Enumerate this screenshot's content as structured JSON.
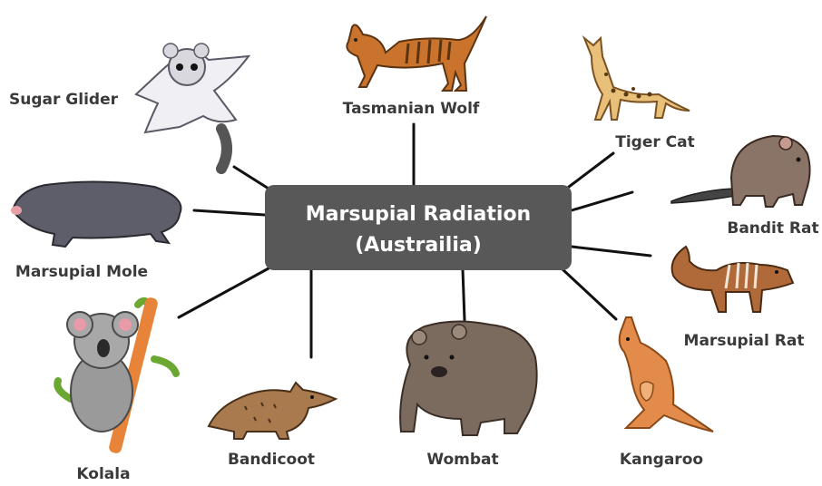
{
  "center": {
    "line1": "Marsupial Radiation",
    "line2": "(Austrailia)"
  },
  "animals": [
    {
      "id": "tasmanian-wolf",
      "label": "Tasmanian Wolf"
    },
    {
      "id": "tiger-cat",
      "label": "Tiger Cat"
    },
    {
      "id": "bandit-rat",
      "label": "Bandit Rat"
    },
    {
      "id": "marsupial-rat",
      "label": "Marsupial Rat"
    },
    {
      "id": "kangaroo",
      "label": "Kangaroo"
    },
    {
      "id": "wombat",
      "label": "Wombat"
    },
    {
      "id": "bandicoot",
      "label": "Bandicoot"
    },
    {
      "id": "kolala",
      "label": "Kolala"
    },
    {
      "id": "marsupial-mole",
      "label": "Marsupial Mole"
    },
    {
      "id": "sugar-glider",
      "label": "Sugar Glider"
    }
  ],
  "colors": {
    "center_box": "#585858",
    "connector": "#111111",
    "label": "#3a3a3a"
  }
}
